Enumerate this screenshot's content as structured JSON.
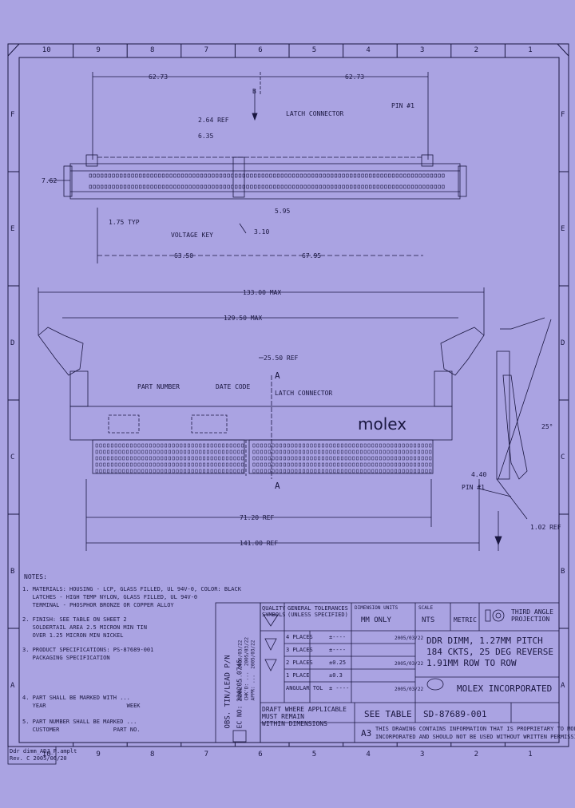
{
  "zones_top": [
    "10",
    "9",
    "8",
    "7",
    "6",
    "5",
    "4",
    "3",
    "2",
    "1"
  ],
  "zones_bottom": [
    "10",
    "9",
    "8",
    "7",
    "6",
    "5",
    "4",
    "3",
    "2",
    "1"
  ],
  "zones_side": [
    "F",
    "E",
    "D",
    "C",
    "B",
    "A"
  ],
  "dims": {
    "top_left": "62.73",
    "top_right": "62.73",
    "b_view": "B",
    "latch_conn": "LATCH CONNECTOR",
    "pin1": "PIN #1",
    "pitch1": "2.64 REF",
    "pitch2": "6.35",
    "height": "7.62",
    "short": "5.95",
    "ref_a": "3.10",
    "voltage": "VOLTAGE KEY",
    "h1": "1.75 TYP",
    "left_len": "63.50",
    "right_len": "67.95",
    "overall": "133.00 MAX",
    "body": "129.50 MAX",
    "inner": "25.50 REF",
    "part_number": "PART NUMBER",
    "date_code": "DATE CODE",
    "latch_conn2": "LATCH CONNECTOR",
    "section_a": "A",
    "ref_bottom1": "71.20 REF",
    "ref_bottom2": "141.00 REF",
    "angle": "25°",
    "pin_label": "PIN #1",
    "dim_side": "1.02 REF",
    "side_ref": "4.40"
  },
  "logo": "molex",
  "notes": {
    "title": "NOTES:",
    "n1": "1. MATERIALS: HOUSING - LCP, GLASS FILLED, UL 94V-0, COLOR: BLACK",
    "n1b": "   LATCHES - HIGH TEMP NYLON, GLASS FILLED, UL 94V-0",
    "n1c": "   TERMINAL - PHOSPHOR BRONZE OR COPPER ALLOY",
    "n2": "2. FINISH: SEE TABLE ON SHEET 2",
    "n2b": "   SOLDERTAIL AREA 2.5 MICRON MIN TIN",
    "n2c": "   OVER 1.25 MICRON MIN NICKEL",
    "n3": "3. PRODUCT SPECIFICATIONS: PS-87689-001",
    "n3b": "   PACKAGING SPECIFICATION",
    "n4": "4. PART SHALL BE MARKED WITH ...",
    "n4b": "   YEAR                        WEEK",
    "n5": "5. PART NUMBER SHALL BE MARKED ...",
    "n5b": "   CUSTOMER                PART NO."
  },
  "revision_block": {
    "obs": "OBS. TIN/LEAD P/N",
    "ec": "EC NO: 220205 0745",
    "rows": [
      "DRWN: ...  2005/03/22",
      "CHK'D: ...  2005/03/22",
      "APPR: ...  2005/03/22"
    ]
  },
  "title_block": {
    "quality": "QUALITY\nSYMBOLS",
    "tolerances": "GENERAL TOLERANCES\n(UNLESS SPECIFIED)",
    "dim_units": "DIMENSION UNITS",
    "mm_only": "MM ONLY",
    "scale_label": "SCALE",
    "scale": "NTS",
    "metric": "METRIC",
    "third_angle": "THIRD ANGLE\nPROJECTION",
    "product_title": "DDR DIMM, 1.27MM PITCH\n184 CKTS, 25 DEG REVERSE\n1.91MM ROW TO ROW",
    "company": "MOLEX INCORPORATED",
    "drafted": "DRAFT WHERE APPLICABLE\nMUST REMAIN\nWITHIN DIMENSIONS",
    "see_table": "SEE TABLE",
    "doc_no": "SD-87689-001",
    "sheet": "A3",
    "proprietary": "THIS DRAWING CONTAINS INFORMATION THAT IS PROPRIETARY TO MOLEX\nINCORPORATED AND SHOULD NOT BE USED WITHOUT WRITTEN PERMISSION",
    "row_labels": [
      "4 PLACES",
      "3 PLACES",
      "2 PLACES",
      "1 PLACE",
      "ANGULAR TOL"
    ],
    "row_vals": [
      "±----",
      "±----",
      "±0.25",
      "±0.3",
      "± ----"
    ],
    "dates": [
      "2005/03/22",
      "2005/03/22",
      "2005/03/22"
    ]
  },
  "footer": {
    "file": "Ddr dimm_ADJ_P.amplt",
    "date": "Rev. C 2005/06/20"
  }
}
